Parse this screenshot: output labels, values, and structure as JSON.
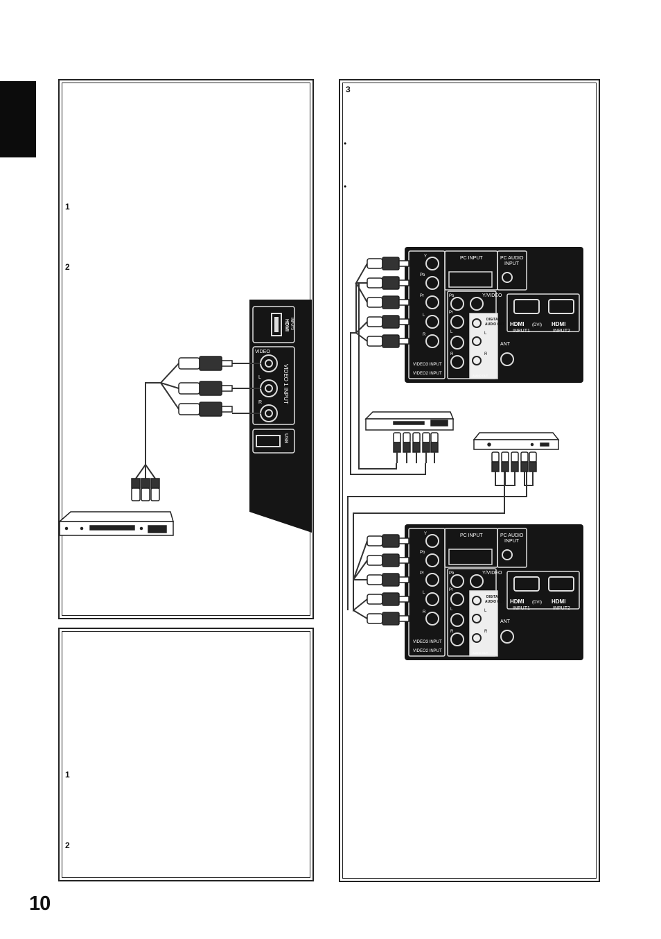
{
  "page": {
    "number": "10",
    "steps_left_top": [
      "1",
      "2"
    ],
    "steps_left_bottom": [
      "1",
      "2"
    ],
    "step_right": "3"
  },
  "panel_side": {
    "hdmi_label": "HDMI",
    "hdmi_sub": "INPUT3",
    "video_label": "VIDEO",
    "l_label": "L",
    "r_label": "R",
    "group_label": "VIDEO 1 INPUT",
    "usb_label": "USB"
  },
  "panel_rear": {
    "y": "Y",
    "pb": "Pb",
    "pr": "Pr",
    "l": "L",
    "r": "R",
    "pc_input": "PC INPUT",
    "pc_audio_1": "PC AUDIO",
    "pc_audio_2": "INPUT",
    "y_video": "Y/VIDEO",
    "digital_1": "DIGITAL",
    "digital_2": "AUDIO OUT",
    "hdmi1": "HDMI",
    "dvi": "(DVI)",
    "hdmi2": "HDMI",
    "input1": "INPUT1",
    "input2": "INPUT2",
    "ant": "ANT",
    "video3": "VIDEO3 INPUT",
    "video2": "VIDEO2 INPUT",
    "audio_out": "AUDIO OUT"
  },
  "colors": {
    "panel": "#151515",
    "ink": "#111111",
    "tab": "#0c0c0c"
  }
}
